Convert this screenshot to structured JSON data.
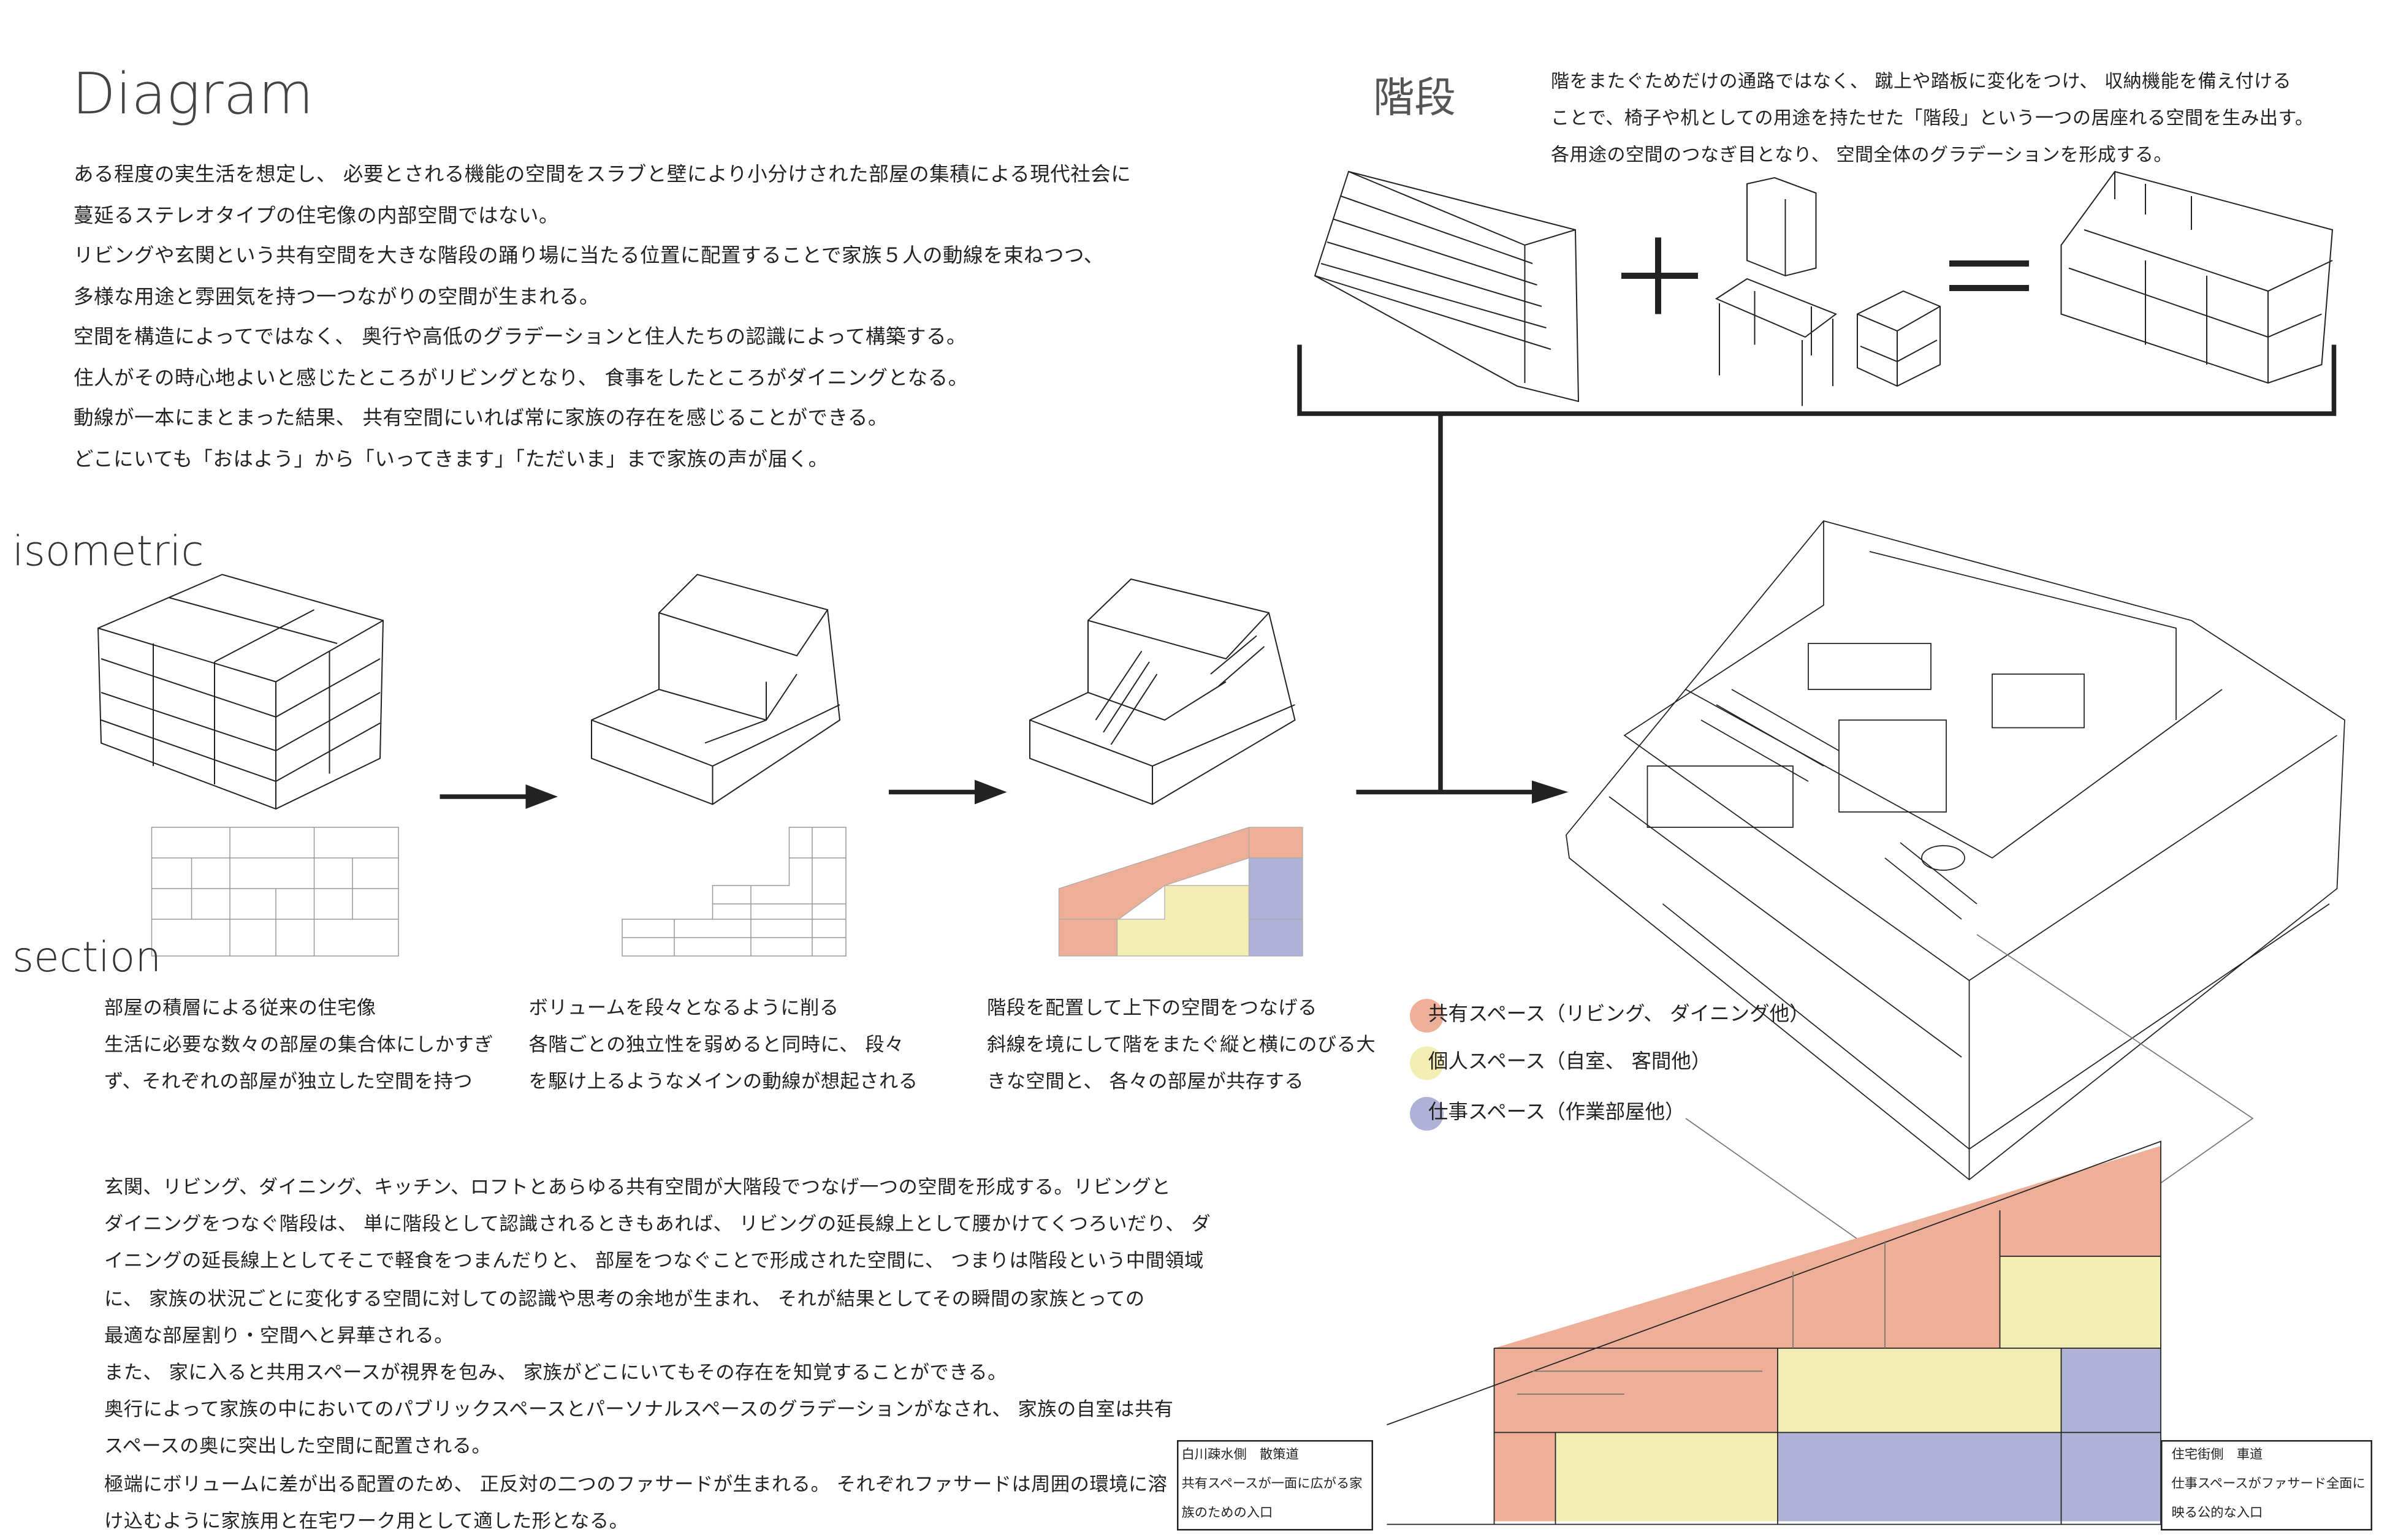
{
  "title": "Diagram",
  "intro": [
    "ある程度の実生活を想定し、 必要とされる機能の空間をスラブと壁により小分けされた部屋の集積による現代社会に",
    "蔓延るステレオタイプの住宅像の内部空間ではない。",
    "リビングや玄関という共有空間を大きな階段の踊り場に当たる位置に配置することで家族５人の動線を束ねつつ、",
    "多様な用途と雰囲気を持つ一つながりの空間が生まれる。",
    "空間を構造によってではなく、 奥行や高低のグラデーションと住人たちの認識によって構築する。",
    "住人がその時心地よいと感じたところがリビングとなり、 食事をしたところがダイニングとなる。",
    "動線が一本にまとまった結果、 共有空間にいれば常に家族の存在を感じることができる。",
    "どこにいても「おはよう」から「いってきます」「ただいま」まで家族の声が届く。"
  ],
  "stairs": {
    "heading": "階段",
    "text": [
      "階をまたぐためだけの通路ではなく、 蹴上や踏板に変化をつけ、 収納機能を備え付ける",
      "ことで、椅子や机としての用途を持たせた「階段」という一つの居座れる空間を生み出す。",
      "各用途の空間のつなぎ目となり、 空間全体のグラデーションを形成する。"
    ]
  },
  "labels": {
    "isometric": "isometric",
    "section": "section"
  },
  "captions": [
    [
      "部屋の積層による従来の住宅像",
      "生活に必要な数々の部屋の集合体にしかすぎ",
      "ず、それぞれの部屋が独立した空間を持つ"
    ],
    [
      "ボリュームを段々となるように削る",
      "各階ごとの独立性を弱めると同時に、 段々",
      "を駆け上るようなメインの動線が想起される"
    ],
    [
      "階段を配置して上下の空間をつなげる",
      "斜線を境にして階をまたぐ縦と横にのびる大",
      "きな空間と、 各々の部屋が共存する"
    ]
  ],
  "legend": [
    {
      "label": "共有スペース（リビング、 ダイニング他）",
      "color": "#eeaf98"
    },
    {
      "label": "個人スペース（自室、 客間他）",
      "color": "#f3efb4"
    },
    {
      "label": "仕事スペース（作業部屋他）",
      "color": "#afb2d6"
    }
  ],
  "bottom_text": [
    "玄関、リビング、ダイニング、キッチン、ロフトとあらゆる共有空間が大階段でつなげ一つの空間を形成する。リビングと",
    "ダイニングをつなぐ階段は、 単に階段として認識されるときもあれば、 リビングの延長線上として腰かけてくつろいだり、 ダ",
    "イニングの延長線上としてそこで軽食をつまんだりと、 部屋をつなぐことで形成された空間に、 つまりは階段という中間領域",
    "に、 家族の状況ごとに変化する空間に対しての認識や思考の余地が生まれ、 それが結果としてその瞬間の家族とっての",
    "最適な部屋割り・空間へと昇華される。",
    "また、 家に入ると共用スペースが視界を包み、 家族がどこにいてもその存在を知覚することができる。",
    "奥行によって家族の中においてのパブリックスペースとパーソナルスペースのグラデーションがなされ、 家族の自室は共有",
    "スペースの奥に突出した空間に配置される。",
    "極端にボリュームに差が出る配置のため、 正反対の二つのファサードが生まれる。 それぞれファサードは周囲の環境に溶",
    "け込むように家族用と在宅ワーク用として適した形となる。"
  ],
  "notes": {
    "left": [
      "白川疎水側　散策道",
      "共有スペースが一面に広がる家",
      "族のための入口"
    ],
    "right": [
      "住宅街側　車道",
      "仕事スペースがファサード全面に",
      "映る公的な入口"
    ]
  }
}
